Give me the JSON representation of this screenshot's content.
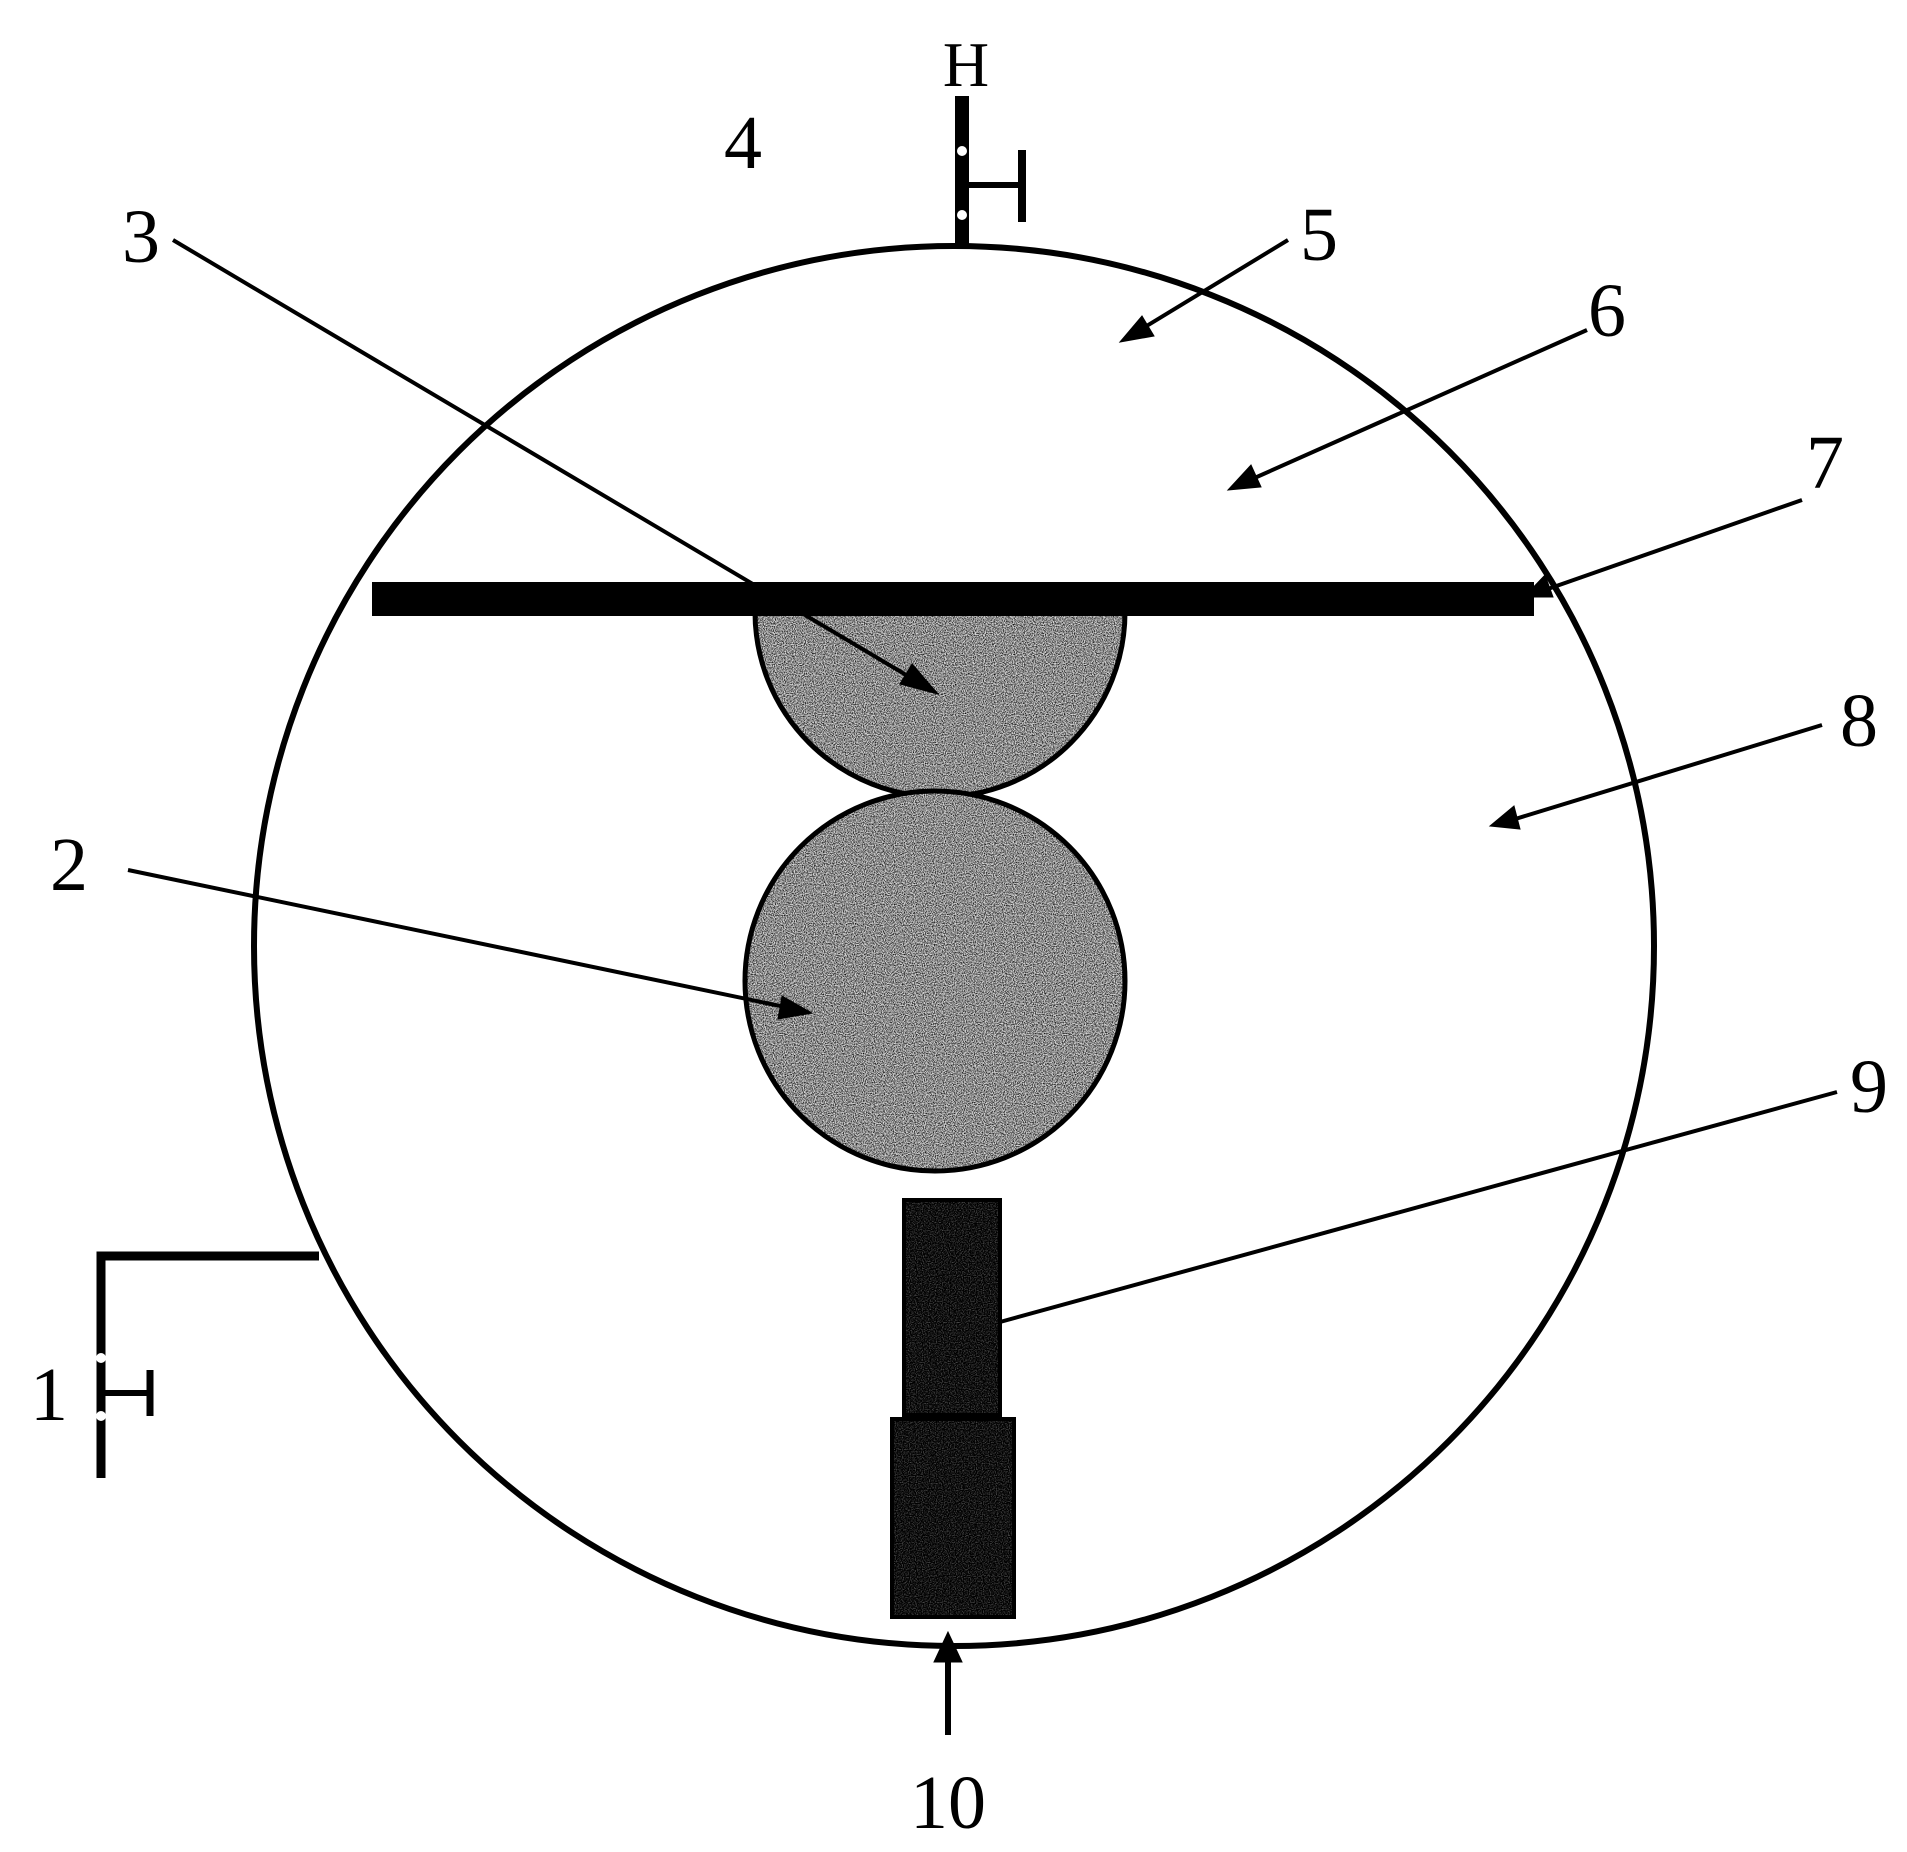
{
  "labels": {
    "l1": "1",
    "l2": "2",
    "l3": "3",
    "l4": "4",
    "l5": "5",
    "l6": "6",
    "l7": "7",
    "l8": "8",
    "l9": "9",
    "l10": "10"
  },
  "valve_marks": {
    "top_outer": "H",
    "top_inner": "H",
    "side": "H"
  },
  "colors": {
    "line": "#000000",
    "background": "#ffffff",
    "speckle_light": "#cfcfcf",
    "speckle_dark": "#555555"
  }
}
